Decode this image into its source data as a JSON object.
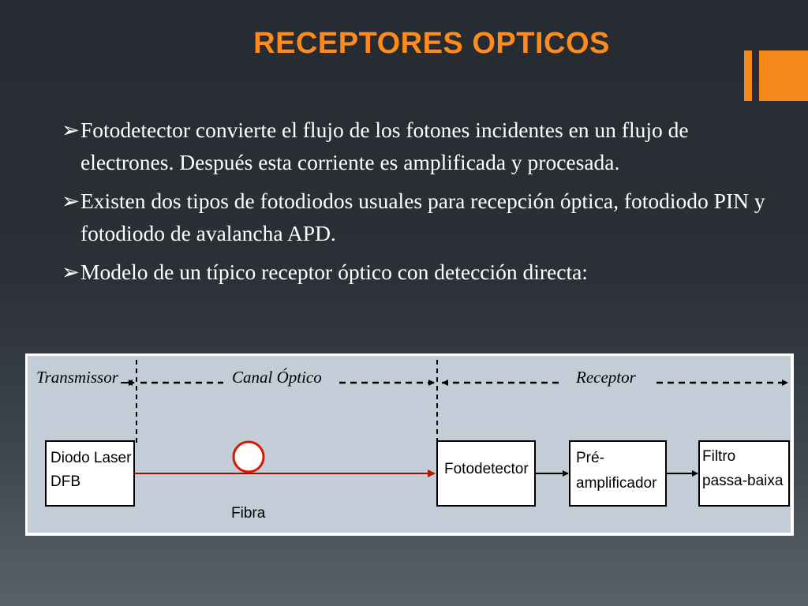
{
  "slide": {
    "title": "RECEPTORES OPTICOS",
    "bullet_glyph": "➢",
    "bullets": [
      "Fotodetector convierte el flujo de los fotones incidentes en un flujo de electrones. Después esta corriente es amplificada y procesada.",
      "Existen dos tipos de fotodiodos usuales para recepción óptica, fotodiodo PIN y fotodiodo de avalancha APD.",
      "Modelo de un típico receptor óptico con detección directa:"
    ]
  },
  "diagram": {
    "sections": [
      "Transmissor",
      "Canal Óptico",
      "Receptor"
    ],
    "blocks": {
      "laser": [
        "Diodo Laser",
        "DFB"
      ],
      "photodetector": [
        "Fotodetector"
      ],
      "preamplifier": [
        "Pré-",
        "amplificador"
      ],
      "filter": [
        "Filtro",
        "passa-baixa"
      ]
    },
    "fiber_label": "Fibra",
    "colors": {
      "fiber_line": "#8b1a00",
      "fiber_coil": "#d41a00",
      "panel": "#c3cdd7",
      "accent": "#f7891b",
      "title": "#ff8c1a"
    }
  }
}
